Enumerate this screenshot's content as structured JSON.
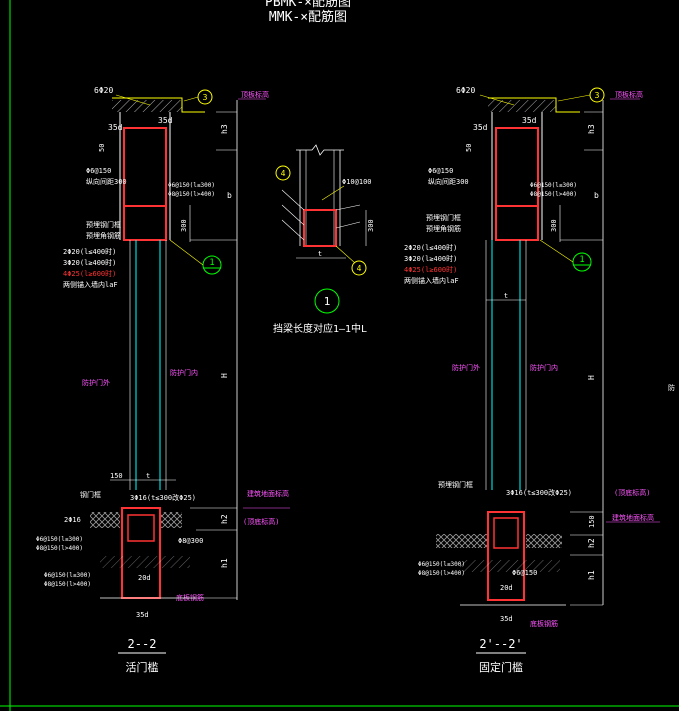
{
  "header": {
    "line1": "PBMK-×配筋图",
    "line2": "MMK-×配筋图"
  },
  "left_detail": {
    "top_bar": "6Φ20",
    "circle_top": "3",
    "top_note": "顶板标高",
    "dim_35d_a": "35d",
    "dim_35d_b": "35d",
    "dim_50": "50",
    "dim_h3": "h3",
    "stirrup_1": "Φ6@150",
    "stirrup_2": "纵向间距300",
    "beam_bar_1": "Φ6@150(l≤300)",
    "beam_bar_2": "Φ8@150(l>400)",
    "dim_b": "b",
    "anchor_1": "预埋钢门框",
    "anchor_2": "预埋角钢筋",
    "dim_300": "300",
    "circle_1": "1",
    "rebar_1": "2Φ20(l≤400时)",
    "rebar_2": "3Φ20(l≥400时)",
    "rebar_3": "4Φ25(l≥600时)",
    "rebar_4": "两侧锚入墙内laF",
    "wall_left": "防护门外",
    "wall_right": "防护门内",
    "dim_H": "H",
    "dim_150": "150",
    "dim_t": "t",
    "frame_label": "钢门框",
    "bottom_bar": "3Φ16(t≤300改Φ25)",
    "floor_note": "建筑地面标高",
    "bar_2phi16": "2Φ16",
    "bot_stir_1": "Φ6@150(l≤300)",
    "bot_stir_2": "Φ8@150(l>400)",
    "phi8_300": "Φ8@300",
    "dim_h2": "h2",
    "floor_note2": "(顶底标高)",
    "base_stir_1": "Φ6@150(l≤300)",
    "base_stir_2": "Φ8@150(l>400)",
    "dim_20d": "20d",
    "dim_h1": "h1",
    "dim_35d_c": "35d",
    "base_note": "底板钢筋",
    "section": "2--2",
    "caption": "活门槛"
  },
  "middle_detail": {
    "circle_a": "4",
    "circle_b": "4",
    "bar": "Φ10@100",
    "dim_300": "300",
    "dim_t": "t",
    "circle_ref": "1",
    "caption": "挡梁长度对应1—1中L"
  },
  "right_detail": {
    "top_bar": "6Φ20",
    "circle_top": "3",
    "top_note": "顶板标高",
    "dim_35d_a": "35d",
    "dim_35d_b": "35d",
    "dim_50": "50",
    "dim_h3": "h3",
    "stirrup_1": "Φ6@150",
    "stirrup_2": "纵向间距300",
    "beam_bar_1": "Φ6@150(l≤300)",
    "beam_bar_2": "Φ8@150(l>400)",
    "dim_b": "b",
    "anchor_1": "预埋钢门框",
    "anchor_2": "预埋角钢筋",
    "dim_300": "300",
    "circle_1": "1",
    "rebar_1": "2Φ20(l≤400时)",
    "rebar_2": "3Φ20(l≥400时)",
    "rebar_3": "4Φ25(l≥600时)",
    "rebar_4": "两侧锚入墙内laF",
    "wall_left": "防护门外",
    "wall_right": "防护门内",
    "dim_H": "H",
    "dim_t": "t",
    "frame_label": "预埋钢门框",
    "bottom_bar": "3Φ16(t≤300改Φ25)",
    "floor_note2": "(顶底标高)",
    "floor_note": "建筑地面标高",
    "dim_150": "150",
    "dim_h2": "h2",
    "stir_a": "Φ6@150",
    "base_stir_1": "Φ6@150(l≤300)",
    "base_stir_2": "Φ8@150(l>400)",
    "dim_20d": "20d",
    "dim_h1": "h1",
    "dim_35d_c": "35d",
    "base_note": "底板钢筋",
    "section": "2'--2'",
    "caption": "固定门槛"
  },
  "edge_note": "防"
}
